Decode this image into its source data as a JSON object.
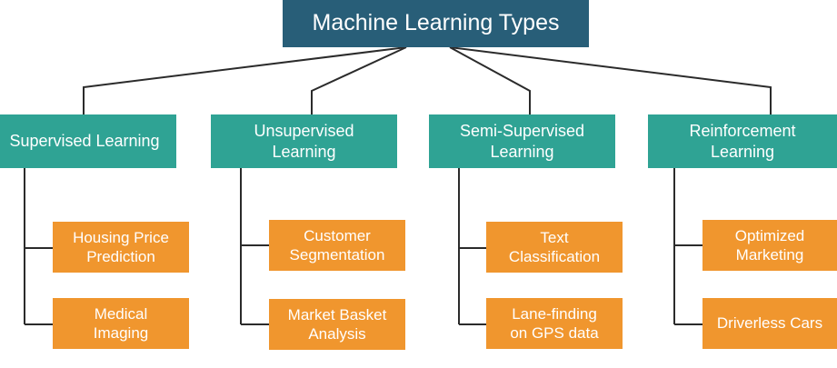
{
  "diagram": {
    "root": {
      "label": "Machine Learning Types"
    },
    "categories": [
      {
        "label": "Supervised Learning",
        "examples": [
          "Housing Price\nPrediction",
          "Medical\nImaging"
        ]
      },
      {
        "label": "Unsupervised\nLearning",
        "examples": [
          "Customer\nSegmentation",
          "Market Basket\nAnalysis"
        ]
      },
      {
        "label": "Semi-Supervised\nLearning",
        "examples": [
          "Text\nClassification",
          "Lane-finding\non GPS data"
        ]
      },
      {
        "label": "Reinforcement\nLearning",
        "examples": [
          "Optimized\nMarketing",
          "Driverless Cars"
        ]
      }
    ]
  },
  "colors": {
    "root": "#285e78",
    "category": "#2fa394",
    "example": "#f0962e",
    "connector": "#2b2b2b"
  }
}
